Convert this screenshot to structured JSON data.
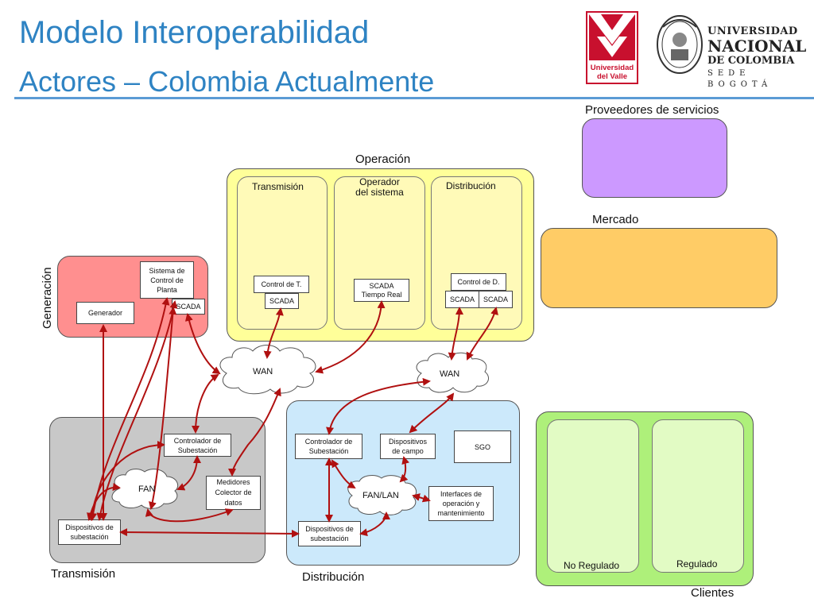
{
  "header": {
    "title": "Modelo Interoperabilidad",
    "subtitle": "Actores – Colombia Actualmente"
  },
  "logos": {
    "valle": "Universidad del Valle",
    "un_line1": "UNIVERSIDAD",
    "un_line2": "NACIONAL",
    "un_line3": "DE COLOMBIA",
    "un_line4": "SEDE BOGOTÁ"
  },
  "regions": {
    "proveedores": "Proveedores de servicios",
    "mercado": "Mercado",
    "operacion": "Operación",
    "generacion": "Generación",
    "transmision": "Transmisión",
    "distribucion": "Distribución",
    "clientes": "Clientes"
  },
  "operacion": {
    "transmision": "Transmisión",
    "operador_l1": "Operador",
    "operador_l2": "del sistema",
    "distribucion": "Distribución",
    "control_t": "Control de T.",
    "scada_t": "SCADA",
    "scada_tr_l1": "SCADA",
    "scada_tr_l2": "Tiempo Real",
    "control_d": "Control de D.",
    "scada_d1": "SCADA",
    "scada_d2": "SCADA"
  },
  "generacion": {
    "sistema_l1": "Sistema de",
    "sistema_l2": "Control de",
    "sistema_l3": "Planta",
    "scada": "SCADA",
    "generador": "Generador"
  },
  "networks": {
    "wan_left": "WAN",
    "wan_right": "WAN",
    "fan": "FAN",
    "fan_lan": "FAN/LAN"
  },
  "transmision": {
    "controlador_l1": "Controlador de",
    "controlador_l2": "Subestación",
    "medidores_l1": "Medidores",
    "medidores_l2": "Colector de",
    "medidores_l3": "datos",
    "dispositivos_l1": "Dispositivos de",
    "dispositivos_l2": "subestación"
  },
  "distribucion": {
    "controlador_l1": "Controlador de",
    "controlador_l2": "Subestación",
    "disp_campo_l1": "Dispositivos",
    "disp_campo_l2": "de campo",
    "sgo": "SGO",
    "interfaces_l1": "Interfaces de",
    "interfaces_l2": "operación y",
    "interfaces_l3": "mantenimiento",
    "dispositivos_l1": "Dispositivos de",
    "dispositivos_l2": "subestación"
  },
  "clientes": {
    "no_regulado": "No Regulado",
    "regulado": "Regulado"
  },
  "colors": {
    "title": "#2e83c3",
    "proveedores": "#cc99ff",
    "mercado": "#ffcc66",
    "operacion": "#ffff99",
    "generacion": "#ff8f8f",
    "transmision": "#c8c8c8",
    "distribucion": "#cce9fb",
    "clientes": "#aef07a",
    "clientes_inner": "#e2fbc4",
    "link": "#b01010"
  }
}
